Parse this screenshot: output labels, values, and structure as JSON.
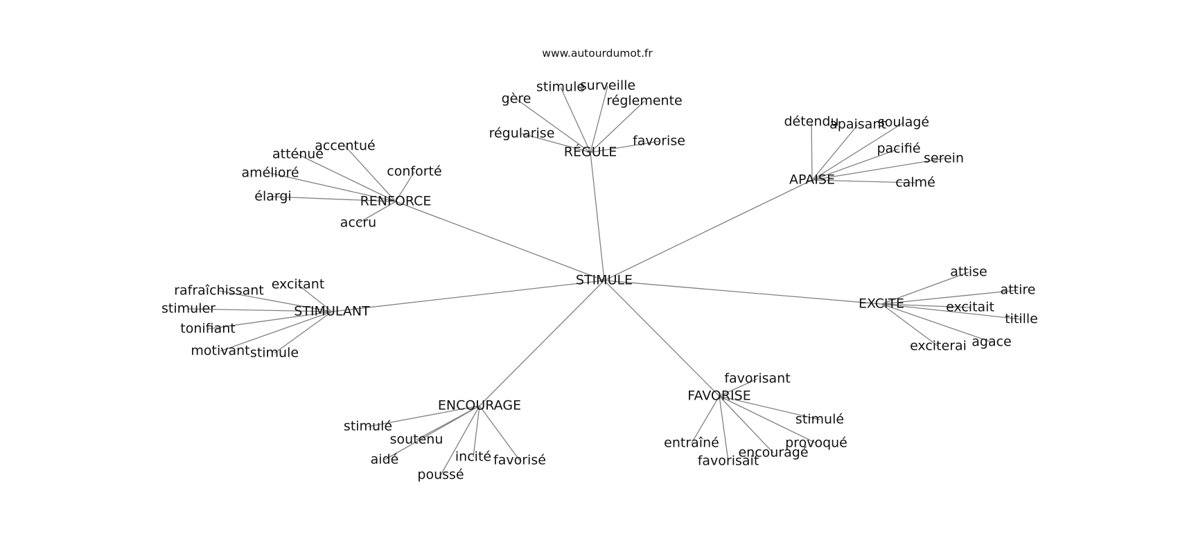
{
  "source": "www.autourdumot.fr",
  "colors": {
    "edge": "#808080",
    "text": "#111111",
    "background": "#ffffff"
  },
  "graph": {
    "center": "STIMULE",
    "clusters": [
      {
        "label": "RÉGULE",
        "words": [
          "régularise",
          "gère",
          "stimule",
          "surveille",
          "réglemente",
          "favorise"
        ]
      },
      {
        "label": "APAISE",
        "words": [
          "détendu",
          "apaisant",
          "soulagé",
          "pacifié",
          "serein",
          "calmé"
        ]
      },
      {
        "label": "RENFORCE",
        "words": [
          "accentué",
          "atténué",
          "amélioré",
          "élargi",
          "accru",
          "conforté"
        ]
      },
      {
        "label": "STIMULANT",
        "words": [
          "rafraîchissant",
          "excitant",
          "stimuler",
          "tonifiant",
          "motivant",
          "stimule"
        ]
      },
      {
        "label": "EXCITE",
        "words": [
          "attise",
          "attire",
          "excitait",
          "titille",
          "agace",
          "exciterai"
        ]
      },
      {
        "label": "ENCOURAGE",
        "words": [
          "stimulé",
          "soutenu",
          "aidé",
          "poussé",
          "incité",
          "favorisé"
        ]
      },
      {
        "label": "FAVORISE",
        "words": [
          "favorisant",
          "stimulé",
          "provoqué",
          "encouragé",
          "favorisait",
          "entraîné"
        ]
      }
    ]
  }
}
